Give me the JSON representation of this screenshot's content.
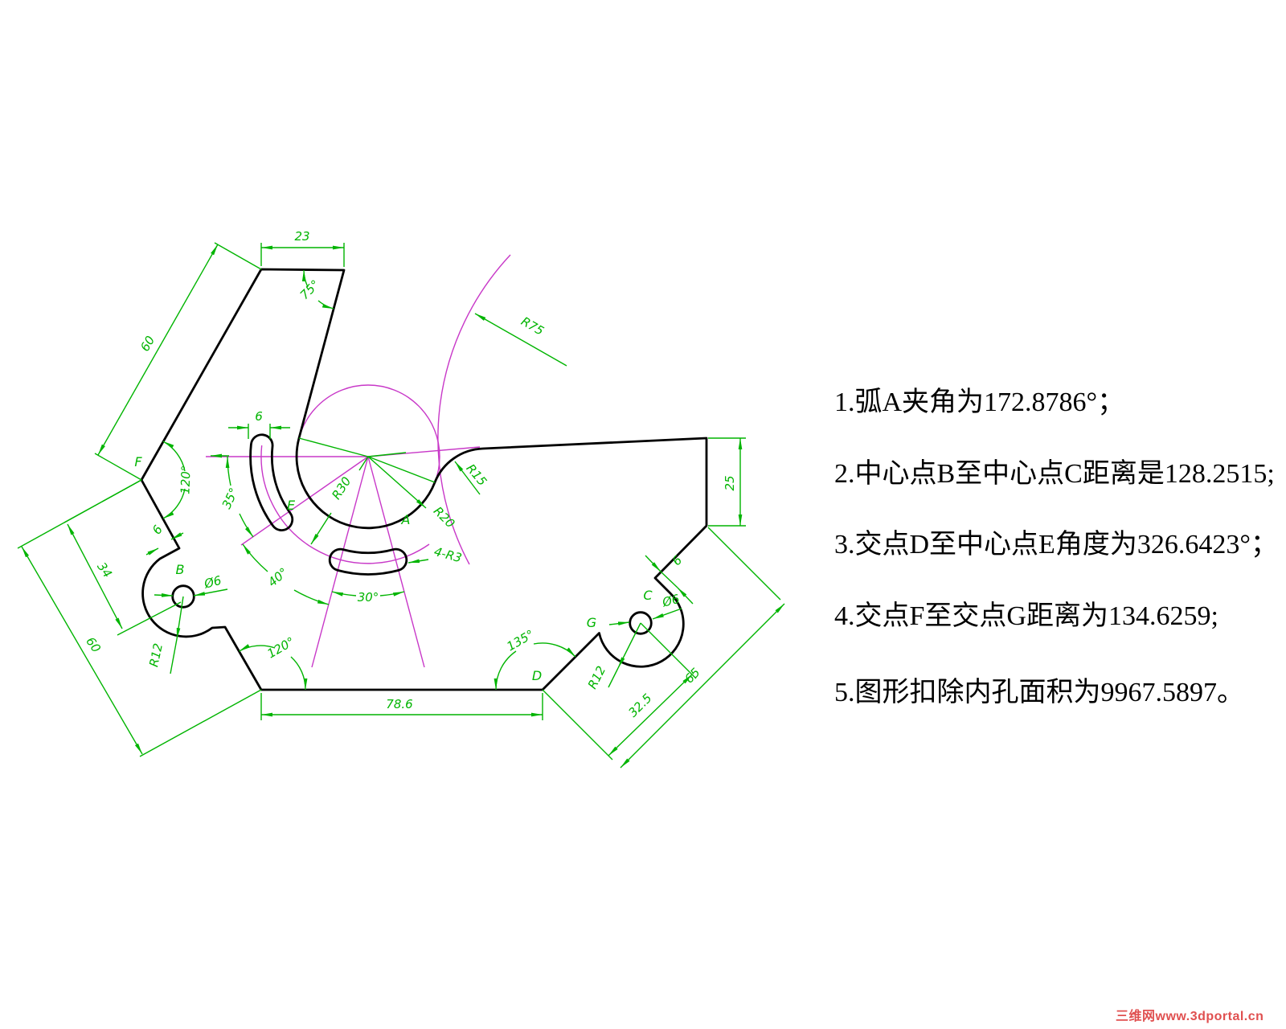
{
  "drawing_type": "CAD 2D part drawing with dimensions",
  "colors": {
    "background": "#ffffff",
    "part_outline": "#000000",
    "dimension_green": "#00b400",
    "construction_magenta": "#c838c8",
    "note_text": "#000000",
    "watermark_red": "#e05050"
  },
  "points": {
    "a": "A",
    "b": "B",
    "c": "C",
    "d": "D",
    "e": "E",
    "f": "F",
    "g": "G"
  },
  "dims": {
    "top_width": "23",
    "top_angle": "75°",
    "upper_left_length": "60",
    "f_angle": "120°",
    "slot_width": "6",
    "angle_35": "35°",
    "angle_40": "40°",
    "angle_30": "30°",
    "radius_r30": "R30",
    "radius_r20": "R20",
    "radius_r15": "R15",
    "radius_r75": "R75",
    "slot_end_radius": "4-R3",
    "left_step": "6",
    "left_length_34": "34",
    "lower_left_length": "60",
    "hole_b_diameter": "Ø6",
    "hole_b_radius": "R12",
    "bottom_left_angle": "120°",
    "bottom_width": "78.6",
    "bottom_right_angle": "135°",
    "hole_c_diameter": "Ø6",
    "hole_c_radius": "R12",
    "offset_32_5": "32.5",
    "offset_65": "65",
    "right_step": "6",
    "right_height": "25"
  },
  "notes": {
    "line1": "1.弧A夹角为172.8786°；",
    "line2": "2.中心点B至中心点C距离是128.2515;",
    "line3": "3.交点D至中心点E角度为326.6423°；",
    "line4": "4.交点F至交点G距离为134.6259;",
    "line5": "5.图形扣除内孔面积为9967.5897。"
  },
  "watermark": "三维网www.3dportal.cn"
}
